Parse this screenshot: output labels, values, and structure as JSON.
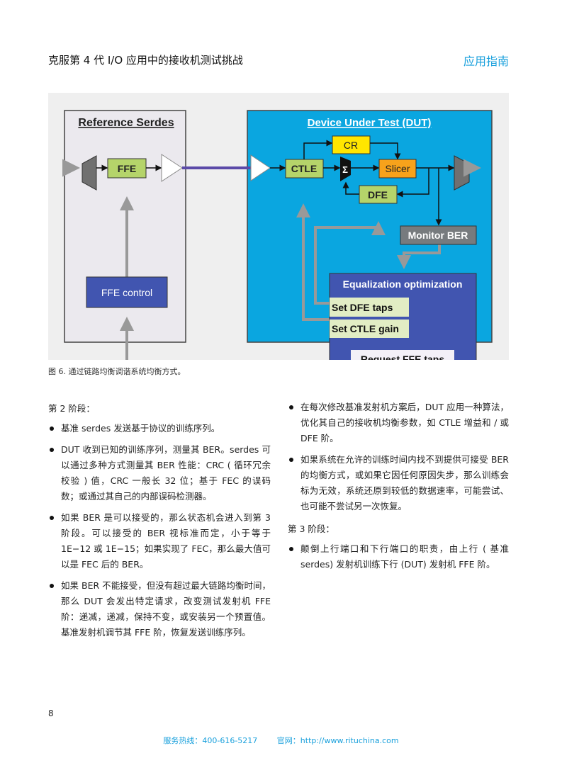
{
  "header": {
    "title": "克服第 4 代 I/O 应用中的接收机测试挑战",
    "tag": "应用指南"
  },
  "figure": {
    "ref_title": "Reference Serdes",
    "dut_title": "Device Under Test (DUT)",
    "ffe": "FFE",
    "ffe_control": "FFE control",
    "ctle": "CTLE",
    "cr": "CR",
    "sigma": "Σ",
    "slicer": "Slicer",
    "dfe": "DFE",
    "monitor_ber": "Monitor BER",
    "eq_opt": "Equalization optimization",
    "set_dfe": "Set DFE taps",
    "set_ctle": "Set CTLE gain",
    "request_ffe": "Request FFE taps",
    "colors": {
      "dut_bg": "#0aa6e0",
      "ref_bg": "#ebe9ee",
      "green": "#b5d46a",
      "yellow": "#ffe600",
      "orange": "#f7a21b",
      "blue": "#4155b0",
      "gray": "#777b7e",
      "link": "#5b4aa8"
    }
  },
  "caption": "图 6. 通过链路均衡调谐系统均衡方式。",
  "left": {
    "heading": "第 2 阶段：",
    "bullets": [
      "基准 serdes 发送基于协议的训练序列。",
      "DUT 收到已知的训练序列，测量其 BER。serdes 可以通过多种方式测量其 BER 性能：CRC ( 循环冗余校验 ) 值，CRC 一般长 32 位；基于 FEC 的误码数；或通过其自己的内部误码检测器。",
      "如果 BER 是可以接受的，那么状态机会进入到第 3 阶段。可以接受的 BER 视标准而定，小于等于 1E−12 或 1E−15；如果实现了 FEC，那么最大值可以是 FEC 后的 BER。",
      "如果 BER 不能接受，但没有超过最大链路均衡时间，那么 DUT 会发出特定请求，改变测试发射机 FFE 阶：递减，递减，保持不变，或安装另一个预置值。基准发射机调节其 FFE 阶，恢复发送训练序列。"
    ]
  },
  "right": {
    "bullets": [
      "在每次修改基准发射机方案后，DUT 应用一种算法，优化其自己的接收机均衡参数，如 CTLE 增益和 / 或 DFE 阶。",
      "如果系统在允许的训练时间内找不到提供可接受 BER 的均衡方式，或如果它因任何原因失步，那么训练会标为无效，系统还原到较低的数据速率，可能尝试、也可能不尝试另一次恢复。"
    ],
    "heading3": "第 3 阶段：",
    "bullets3": [
      "颠倒上行端口和下行端口的职责，由上行 ( 基准 serdes) 发射机训练下行 (DUT) 发射机 FFE 阶。"
    ]
  },
  "page_number": "8",
  "footer": {
    "hotline": "服务热线：400-616-5217",
    "website": "官网：http://www.rituchina.com"
  }
}
